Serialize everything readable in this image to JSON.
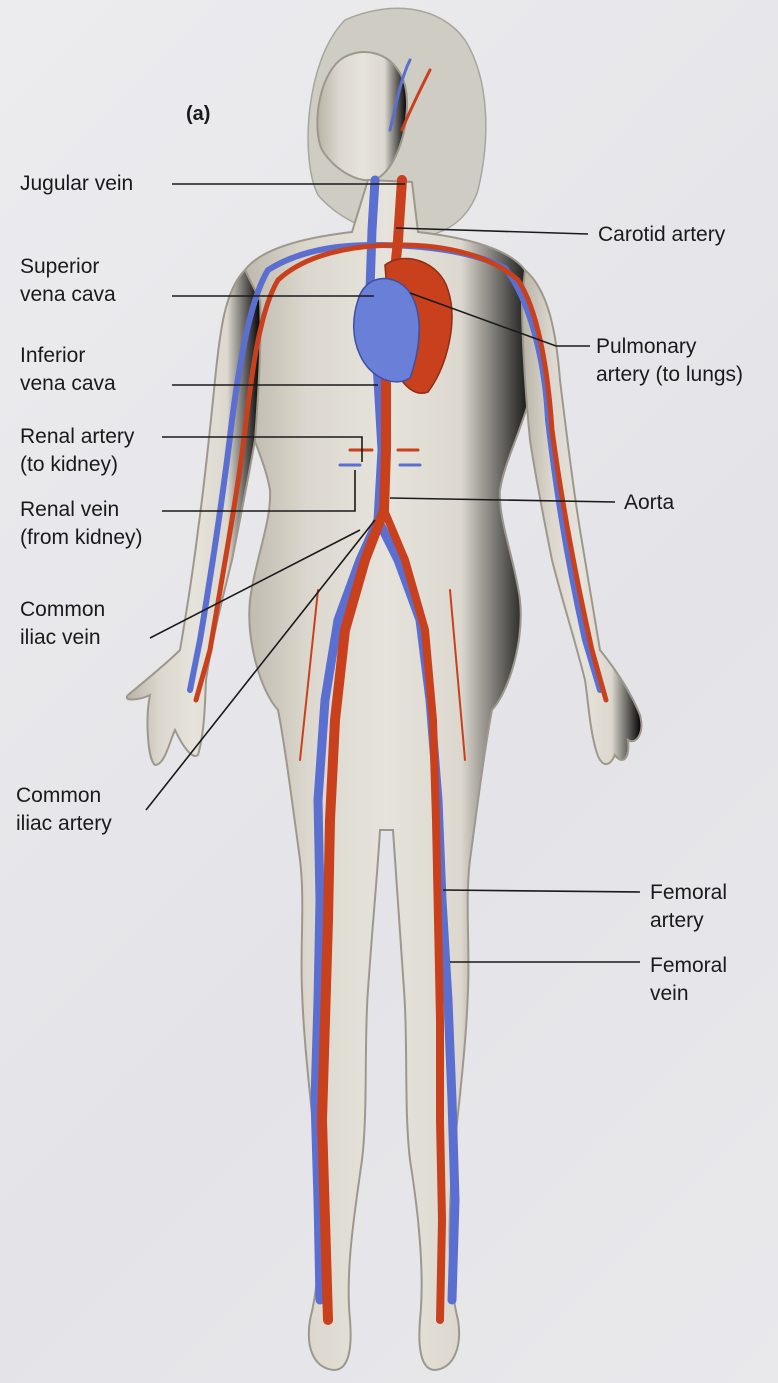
{
  "figure": {
    "panel_label": "(a)"
  },
  "colors": {
    "artery": "#c9401c",
    "vein": "#5b6fd0",
    "skin": "#d2cdc2",
    "skin_shade": "#a9a397",
    "hair": "#c9c6bd",
    "leader": "#1a1a1a"
  },
  "labels": {
    "jugular_vein": {
      "line1": "Jugular vein"
    },
    "superior_vena_cava": {
      "line1": "Superior",
      "line2": "vena cava"
    },
    "inferior_vena_cava": {
      "line1": "Inferior",
      "line2": "vena cava"
    },
    "renal_artery": {
      "line1": "Renal artery",
      "line2": "(to kidney)"
    },
    "renal_vein": {
      "line1": "Renal vein",
      "line2": "(from kidney)"
    },
    "common_iliac_vein": {
      "line1": "Common",
      "line2": "iliac vein"
    },
    "common_iliac_artery": {
      "line1": "Common",
      "line2": "iliac artery"
    },
    "carotid_artery": {
      "line1": "Carotid artery"
    },
    "pulmonary_artery": {
      "line1": "Pulmonary",
      "line2": "artery (to lungs)"
    },
    "aorta": {
      "line1": "Aorta"
    },
    "femoral_artery": {
      "line1": "Femoral",
      "line2": "artery"
    },
    "femoral_vein": {
      "line1": "Femoral",
      "line2": "vein"
    }
  }
}
